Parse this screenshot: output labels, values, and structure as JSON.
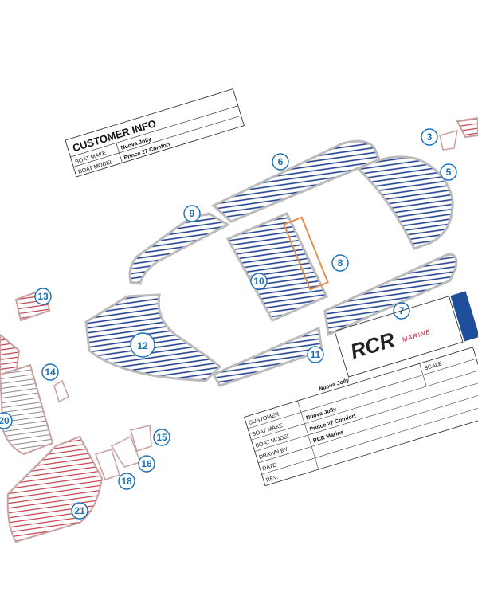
{
  "customer_info_small": {
    "title": "CUSTOMER INFO",
    "rows": [
      {
        "label": "BOAT MAKE",
        "value": "Nuova Jolly"
      },
      {
        "label": "BOAT MODEL",
        "value": "Prince 27 Comfort"
      }
    ]
  },
  "title_block": {
    "brand": "RCR",
    "brand_sub": "MARINE",
    "scale_label": "SCALE",
    "rows": [
      {
        "label": "CUSTOMER",
        "value": ""
      },
      {
        "label": "BOAT MAKE",
        "value": "Nuova Jolly"
      },
      {
        "label": "BOAT MODEL",
        "value": "Prince 27 Comfort"
      },
      {
        "label": "DRAWN BY",
        "value": "RCR Marine"
      },
      {
        "label": "DATE",
        "value": ""
      },
      {
        "label": "REV.",
        "value": ""
      }
    ],
    "extra_value": "Nuova Jolly",
    "colors": {
      "line": "#222222",
      "brand": "#c8102e",
      "badge": "#1f4e9a"
    }
  },
  "pads": {
    "colors": {
      "blue": "#1f3f8f",
      "red": "#c23a44",
      "orange": "#e09050",
      "outline": "#bbbbbb",
      "label": "#1a6fb5"
    },
    "labels": [
      "3",
      "5",
      "6",
      "7",
      "8",
      "9",
      "10",
      "11",
      "12",
      "13",
      "14",
      "15",
      "16",
      "18",
      "20",
      "21"
    ]
  }
}
